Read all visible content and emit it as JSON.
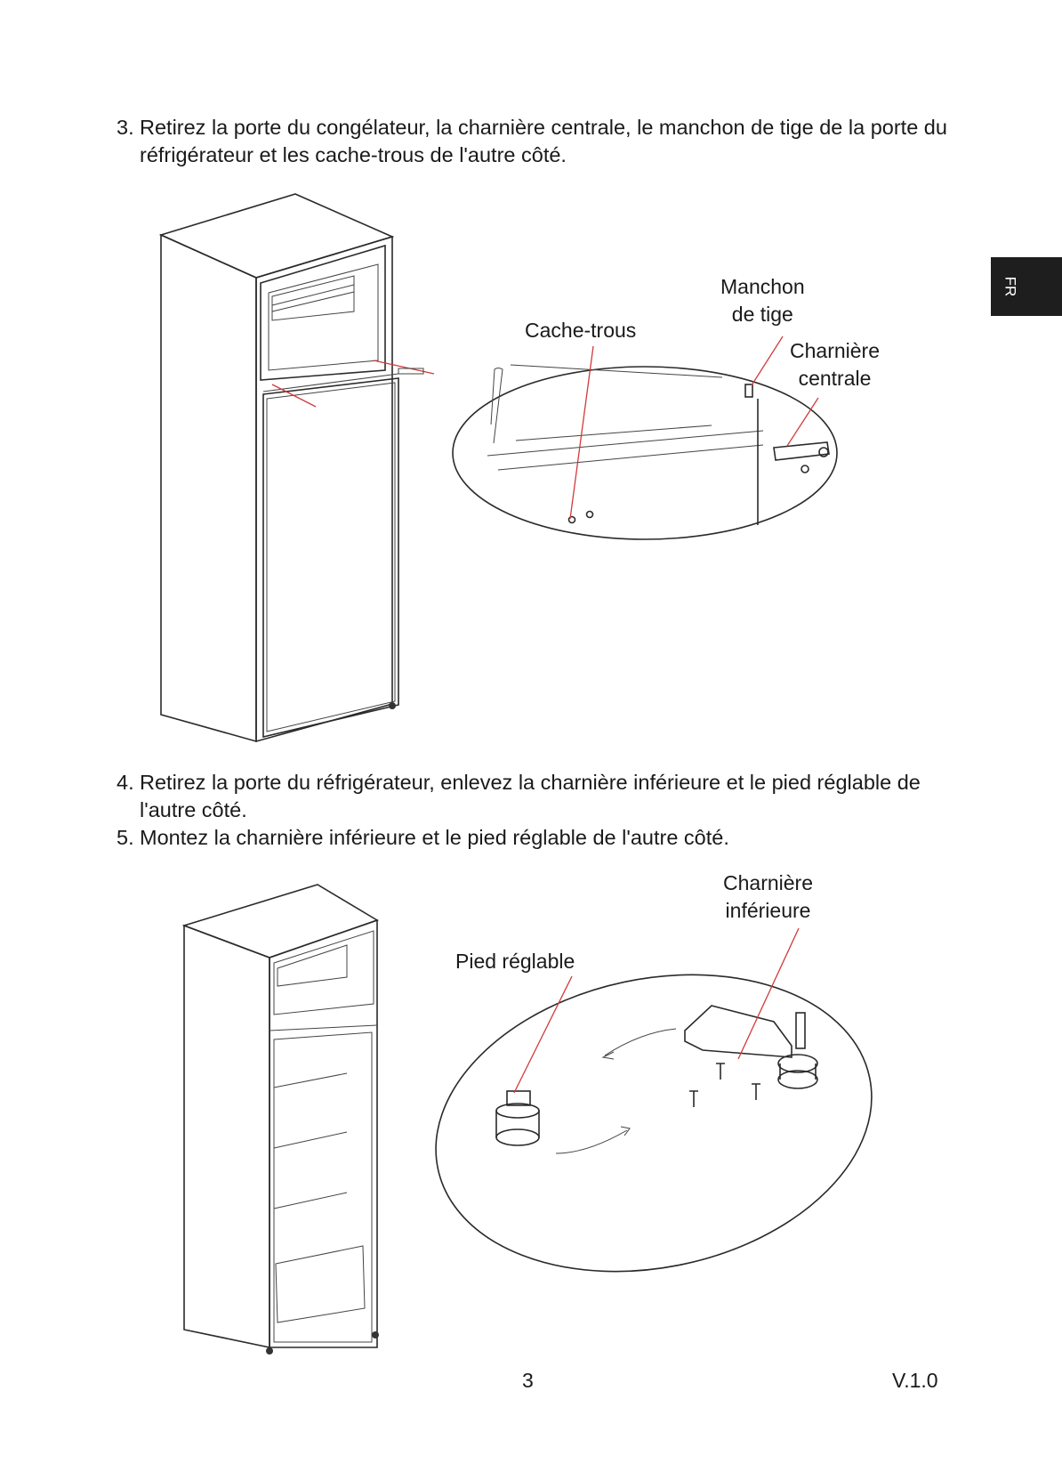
{
  "side_tab": {
    "label": "FR"
  },
  "steps": [
    {
      "number": "3.",
      "text": "Retirez la porte du congélateur, la charnière centrale, le manchon de tige de la porte du réfrigérateur et les cache-trous de l'autre côté."
    },
    {
      "number": "4.",
      "text": "Retirez la porte du réfrigérateur, enlevez la charnière inférieure et le pied réglable de l'autre côté."
    },
    {
      "number": "5.",
      "text": "Montez la charnière inférieure et le pied réglable de l'autre côté."
    }
  ],
  "figure1": {
    "labels": {
      "cache_trous": "Cache-trous",
      "manchon": "Manchon\nde tige",
      "charniere_centrale": "Charnière\ncentrale"
    }
  },
  "figure2": {
    "labels": {
      "charniere_inferieure": "Charnière\ninférieure",
      "pied_reglable": "Pied réglable"
    }
  },
  "footer": {
    "page_number": "3",
    "version": "V.1.0"
  },
  "colors": {
    "callout_line": "#d23a3a",
    "tab_background": "#1e1e1e"
  }
}
